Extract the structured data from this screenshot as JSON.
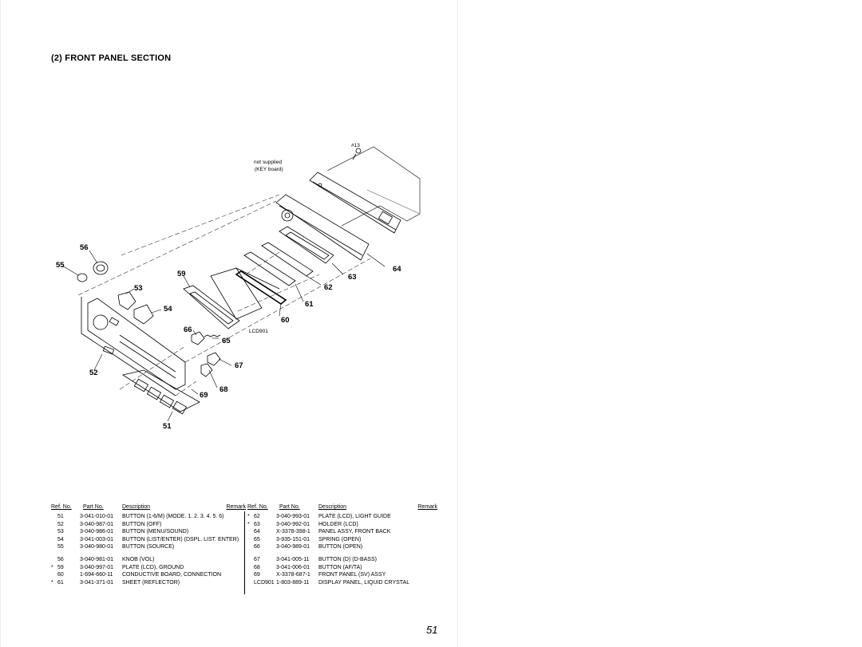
{
  "section": {
    "title": "(2)  FRONT  PANEL  SECTION"
  },
  "diagram": {
    "callouts": [
      "56",
      "55",
      "59",
      "53",
      "54",
      "66",
      "65",
      "52",
      "67",
      "68",
      "69",
      "51",
      "64",
      "63",
      "62",
      "61",
      "60"
    ],
    "notes": {
      "screw": "#13",
      "not_supplied": "not supplied",
      "key_board": "(KEY board)",
      "lcd": "LCD901"
    }
  },
  "table": {
    "headers": {
      "ref": "Ref. No.",
      "part": "Part No.",
      "desc": "Description",
      "remark": "Remark"
    },
    "left": [
      {
        "mark": "",
        "ref": "51",
        "part": "3-041-010-01",
        "desc": "BUTTON (1-6/M) (MODE. 1. 2. 3. 4. 5. 6)"
      },
      {
        "mark": "",
        "ref": "52",
        "part": "3-040-987-01",
        "desc": "BUTTON (OFF)"
      },
      {
        "mark": "",
        "ref": "53",
        "part": "3-040-986-01",
        "desc": "BUTTON (MENU/SOUND)"
      },
      {
        "mark": "",
        "ref": "54",
        "part": "3-041-003-01",
        "desc": "BUTTON (LIST/ENTER) (DSPL. LIST. ENTER)"
      },
      {
        "mark": "",
        "ref": "55",
        "part": "3-040-980-01",
        "desc": "BUTTON (SOURCE)"
      },
      {
        "mark": "",
        "ref": "56",
        "part": "3-040-981-01",
        "desc": "KNOB (VOL)"
      },
      {
        "mark": "*",
        "ref": "59",
        "part": "3-040-997-01",
        "desc": "PLATE (LCD), GROUND"
      },
      {
        "mark": "",
        "ref": "60",
        "part": "1-694-660-11",
        "desc": "CONDUCTIVE BOARD, CONNECTION"
      },
      {
        "mark": "*",
        "ref": "61",
        "part": "3-041-371-01",
        "desc": "SHEET (REFLECTOR)"
      }
    ],
    "right": [
      {
        "mark": "*",
        "ref": "62",
        "part": "3-040-993-01",
        "desc": "PLATE (LCD), LIGHT GUIDE"
      },
      {
        "mark": "*",
        "ref": "63",
        "part": "3-040-992-01",
        "desc": "HOLDER (LCD)"
      },
      {
        "mark": "",
        "ref": "64",
        "part": "X-3378-398-1",
        "desc": "PANEL ASSY, FRONT BACK"
      },
      {
        "mark": "",
        "ref": "65",
        "part": "3-935-151-01",
        "desc": "SPRING (OPEN)"
      },
      {
        "mark": "",
        "ref": "66",
        "part": "3-040-989-01",
        "desc": "BUTTON (OPEN)"
      },
      {
        "mark": "",
        "ref": "67",
        "part": "3-041-005-11",
        "desc": "BUTTON (D) (D-BASS)"
      },
      {
        "mark": "",
        "ref": "68",
        "part": "3-041-006-01",
        "desc": "BUTTON (AF/TA)"
      },
      {
        "mark": "",
        "ref": "69",
        "part": "X-3378-687-1",
        "desc": "FRONT PANEL (SV) ASSY"
      },
      {
        "mark": "",
        "ref": "LCD901",
        "part": "1-803-889-11",
        "desc": "DISPLAY PANEL, LIQUID CRYSTAL"
      }
    ]
  },
  "page_number": "51"
}
